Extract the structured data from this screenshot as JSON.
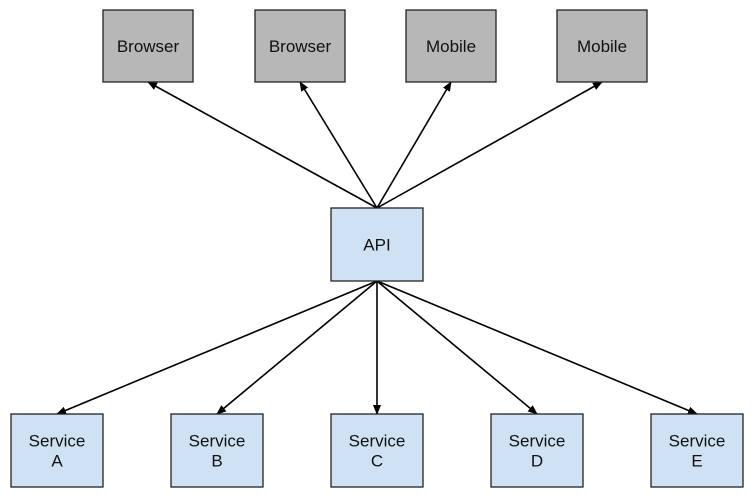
{
  "colors": {
    "client_fill": "#b7b7b7",
    "service_fill": "#cfe2f3",
    "stroke": "#222222",
    "arrow": "#000000"
  },
  "clients": [
    {
      "id": "browser-1",
      "label": "Browser"
    },
    {
      "id": "browser-2",
      "label": "Browser"
    },
    {
      "id": "mobile-1",
      "label": "Mobile"
    },
    {
      "id": "mobile-2",
      "label": "Mobile"
    }
  ],
  "api": {
    "id": "api",
    "label": "API"
  },
  "services": [
    {
      "id": "service-a",
      "lines": [
        "Service",
        "A"
      ]
    },
    {
      "id": "service-b",
      "lines": [
        "Service",
        "B"
      ]
    },
    {
      "id": "service-c",
      "lines": [
        "Service",
        "C"
      ]
    },
    {
      "id": "service-d",
      "lines": [
        "Service",
        "D"
      ]
    },
    {
      "id": "service-e",
      "lines": [
        "Service",
        "E"
      ]
    }
  ],
  "edges": [
    {
      "from": "api",
      "to": "browser-1"
    },
    {
      "from": "api",
      "to": "browser-2"
    },
    {
      "from": "api",
      "to": "mobile-1"
    },
    {
      "from": "api",
      "to": "mobile-2"
    },
    {
      "from": "api",
      "to": "service-a"
    },
    {
      "from": "api",
      "to": "service-b"
    },
    {
      "from": "api",
      "to": "service-c"
    },
    {
      "from": "api",
      "to": "service-d"
    },
    {
      "from": "api",
      "to": "service-e"
    }
  ]
}
